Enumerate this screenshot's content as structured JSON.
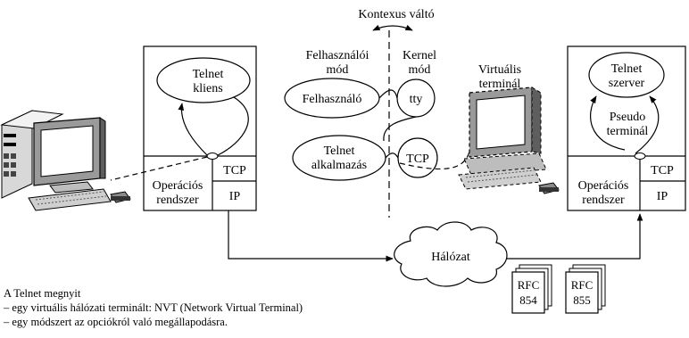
{
  "context_switch": "Kontexus váltó",
  "user_mode": [
    "Felhasználói",
    "mód"
  ],
  "kernel_mode": [
    "Kernel",
    "mód"
  ],
  "client": {
    "process": [
      "Telnet",
      "kliens"
    ],
    "tcp": "TCP",
    "ip": "IP",
    "os": [
      "Operációs",
      "rendszer"
    ]
  },
  "middle": {
    "user": "Felhasználó",
    "tty": "tty",
    "app": [
      "Telnet",
      "alkalmazás"
    ],
    "tcp": "TCP"
  },
  "virtual_terminal": [
    "Virtuális",
    "terminál"
  ],
  "server": {
    "process": [
      "Telnet",
      "szerver"
    ],
    "pseudo": [
      "Pseudo",
      "terminál"
    ],
    "tcp": "TCP",
    "ip": "IP",
    "os": [
      "Operációs",
      "rendszer"
    ]
  },
  "network": "Hálózat",
  "rfcs": [
    {
      "top": "RFC",
      "num": "854"
    },
    {
      "top": "RFC",
      "num": "855"
    }
  ],
  "notes": [
    "A Telnet megnyit",
    "– egy virtuális hálózati terminált: NVT (Network Virtual Terminal)",
    "– egy módszert az opciókról való megállapodásra."
  ]
}
